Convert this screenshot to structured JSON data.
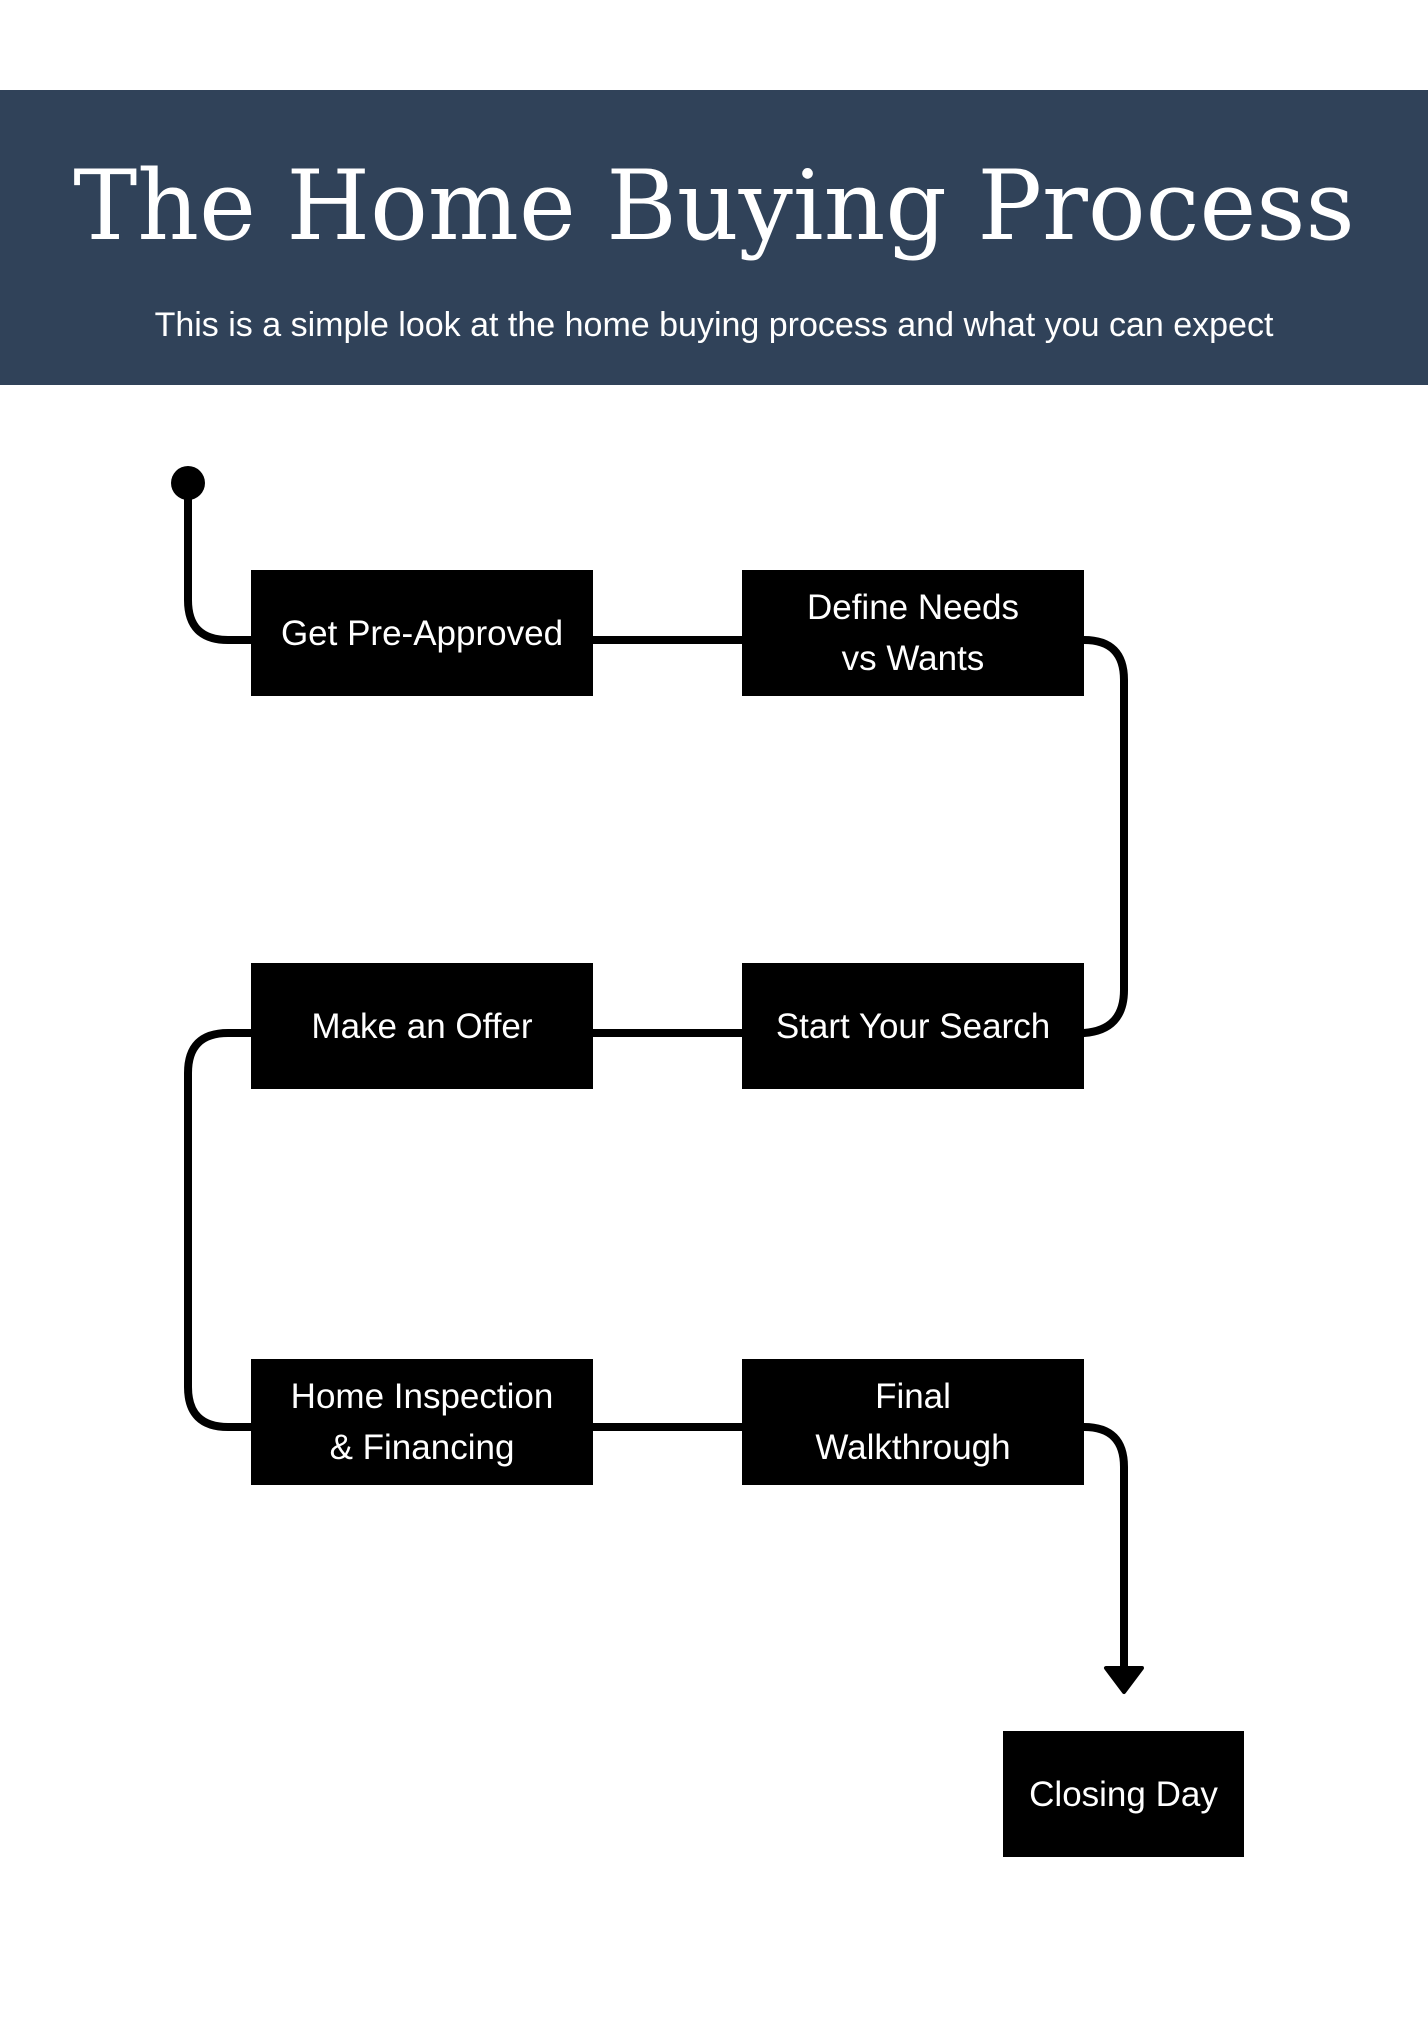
{
  "header": {
    "title": "The Home Buying Process",
    "subtitle": "This is a simple look at the home buying process and what you can expect"
  },
  "colors": {
    "header_background": "#304259",
    "step_background": "#000000",
    "step_text": "#ffffff",
    "connector": "#000000"
  },
  "steps": [
    {
      "label": "Get Pre-Approved"
    },
    {
      "label": "Define Needs\nvs Wants"
    },
    {
      "label": "Start Your Search"
    },
    {
      "label": "Make an Offer"
    },
    {
      "label": "Home Inspection\n& Financing"
    },
    {
      "label": "Final\nWalkthrough"
    },
    {
      "label": "Closing Day"
    }
  ]
}
